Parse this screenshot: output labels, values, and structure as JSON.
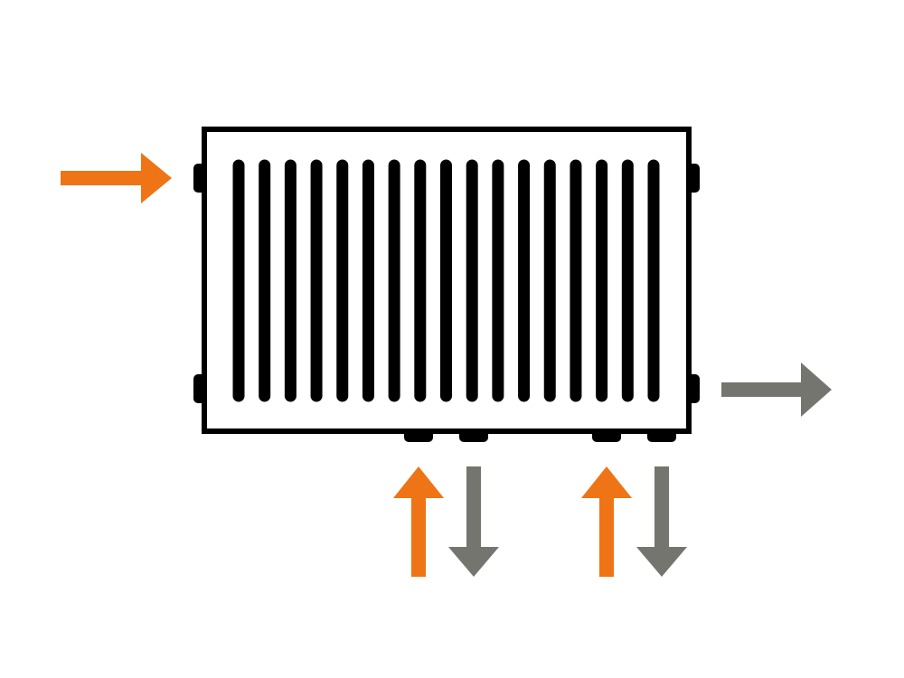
{
  "colors": {
    "background": "#ffffff",
    "outline": "#000000",
    "supply": "#ee7416",
    "return": "#757570"
  },
  "radiator": {
    "fin_count": 17,
    "side_connectors": 4,
    "bottom_connectors": 4
  },
  "arrows": [
    {
      "name": "side-supply-arrow",
      "role": "supply",
      "direction": "right",
      "icon": "arrow-right-icon"
    },
    {
      "name": "side-return-arrow",
      "role": "return",
      "direction": "right",
      "icon": "arrow-right-icon"
    },
    {
      "name": "bottom-supply-arrow-1",
      "role": "supply",
      "direction": "up",
      "icon": "arrow-up-icon"
    },
    {
      "name": "bottom-return-arrow-1",
      "role": "return",
      "direction": "down",
      "icon": "arrow-down-icon"
    },
    {
      "name": "bottom-supply-arrow-2",
      "role": "supply",
      "direction": "up",
      "icon": "arrow-up-icon"
    },
    {
      "name": "bottom-return-arrow-2",
      "role": "return",
      "direction": "down",
      "icon": "arrow-down-icon"
    }
  ]
}
